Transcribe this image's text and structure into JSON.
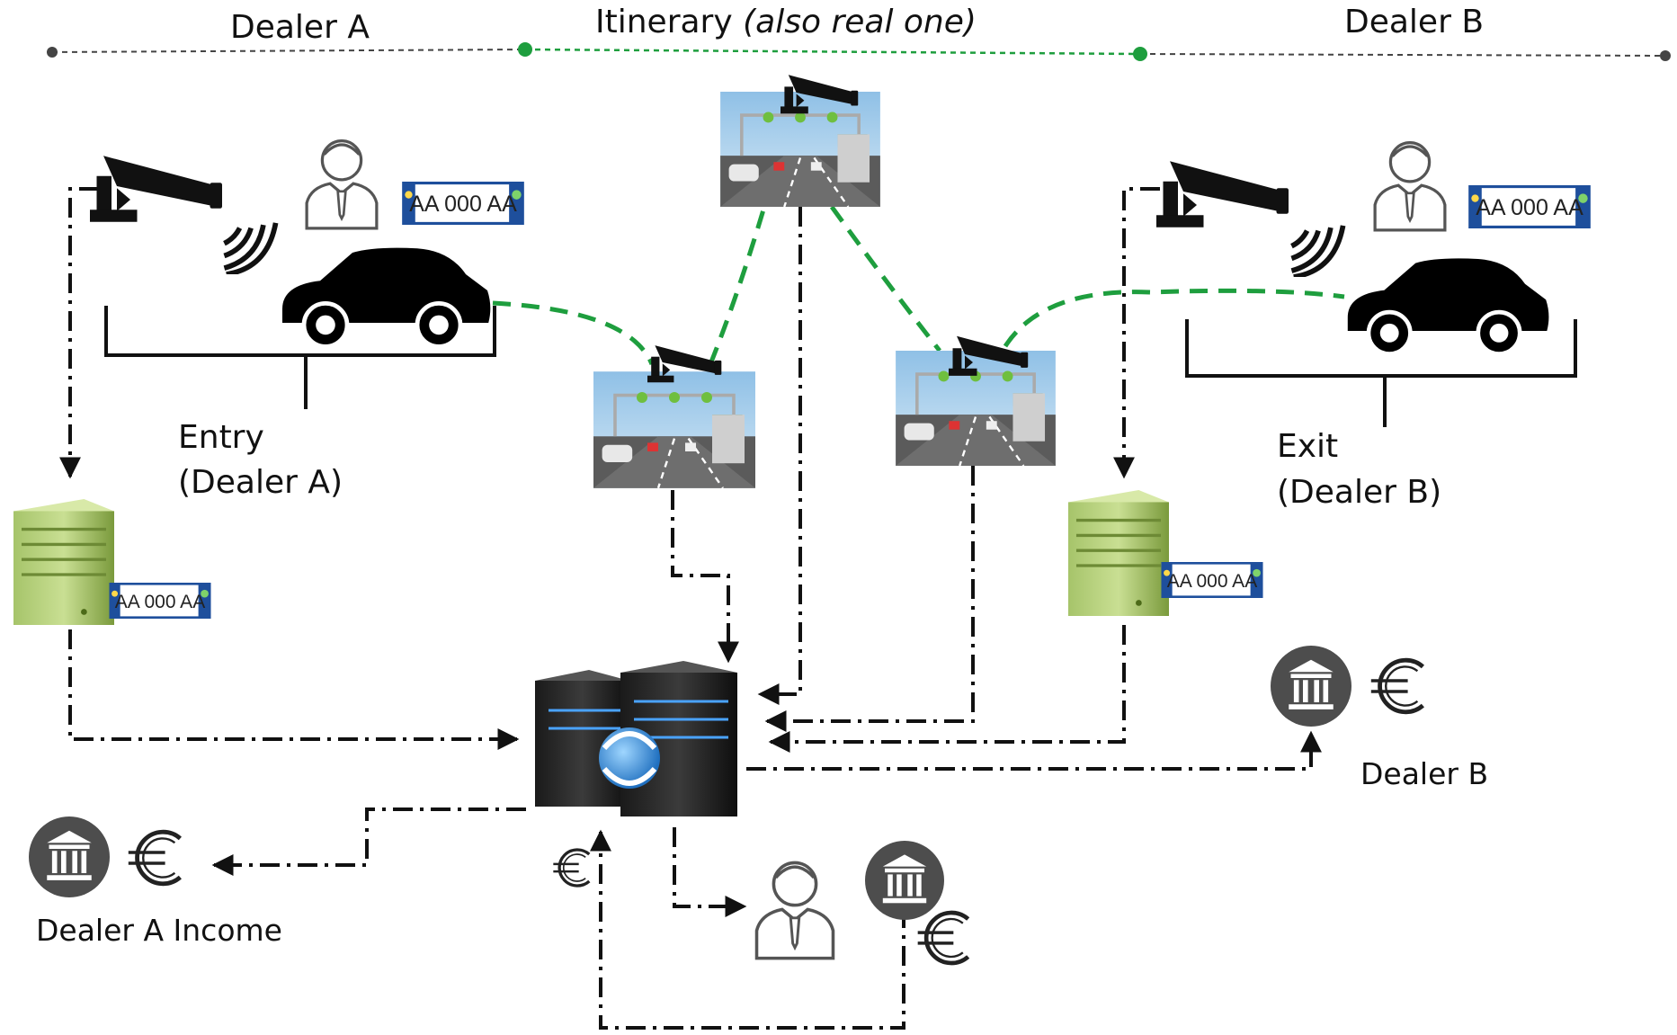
{
  "header": {
    "dealer_a": "Dealer A",
    "itinerary_main": "Itinerary ",
    "itinerary_italic": "(also real one)",
    "dealer_b": "Dealer B"
  },
  "entry": {
    "line1": "Entry",
    "line2": "(Dealer A)"
  },
  "exit": {
    "line1": "Exit",
    "line2": "(Dealer B)"
  },
  "plate_text": "AA 000 AA",
  "dealer_a_income": "Dealer A Income",
  "dealer_b_label": "Dealer B",
  "icons": {
    "camera": "cctv-camera-icon",
    "rfid": "rfid-signal-icon",
    "person": "person-icon",
    "car": "car-icon",
    "plate": "license-plate-icon",
    "gantry": "highway-gantry-icon",
    "server_green": "dealer-server-icon",
    "server_central": "central-server-icon",
    "bank": "bank-icon",
    "euro": "euro-icon"
  },
  "colors": {
    "green_dash": "#1e9e3e",
    "timeline_dark": "#444444",
    "flow_line": "#111111",
    "bank_circle": "#4d4d4d",
    "plate_blue": "#1e4f9c"
  }
}
